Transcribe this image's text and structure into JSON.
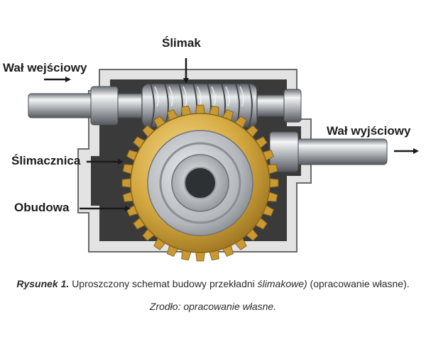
{
  "labels": {
    "worm": "Ślimak",
    "input_shaft": "Wał wejściowy",
    "output_shaft": "Wał wyjściowy",
    "worm_wheel": "Ślimacznica",
    "housing": "Obudowa"
  },
  "caption": {
    "figure_label": "Rysunek 1.",
    "text_upright": "Uproszczony schemat budowy przekładni ",
    "text_italic": "ślimakowe)",
    "text_tail": " (opracowanie własne).",
    "source": "Zrodło: opracowanie własne."
  },
  "colors": {
    "housing_outer": "#e3e3e3",
    "housing_inner": "#3a3a3a",
    "steel": "#b9bcc0",
    "bronze": "#d3a73f"
  }
}
